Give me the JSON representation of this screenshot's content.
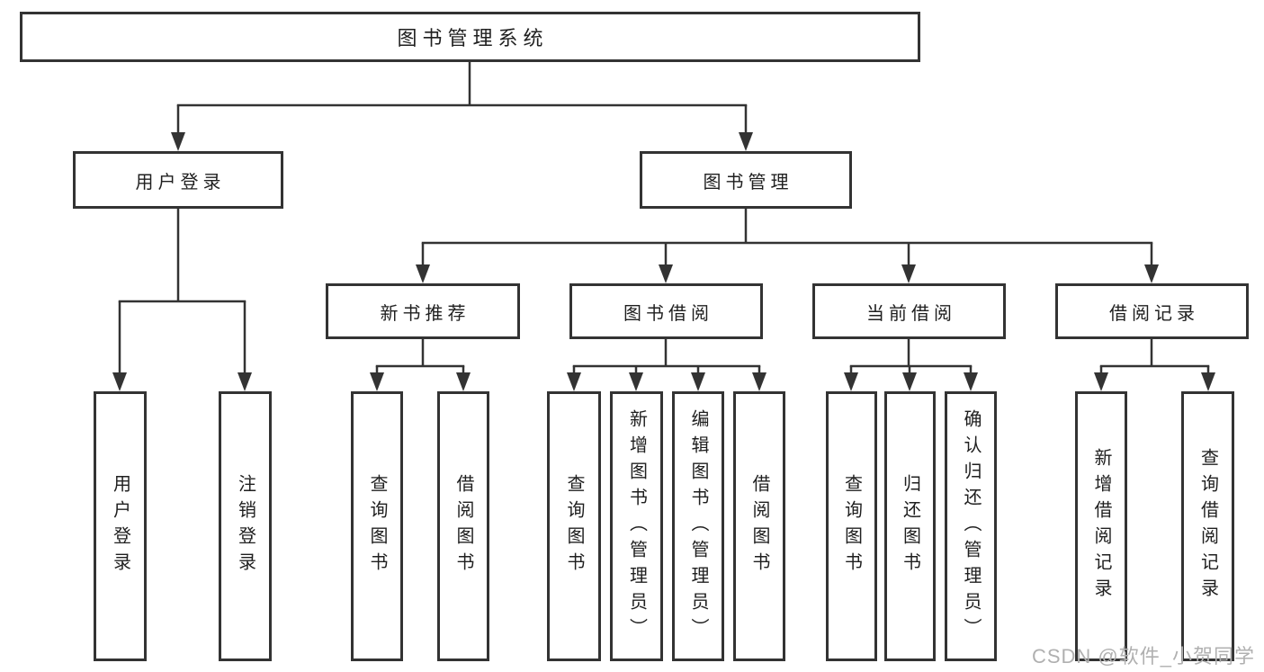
{
  "diagram": {
    "root": {
      "label": "图书管理系统"
    },
    "level2": [
      {
        "label": "用户登录",
        "children": [
          {
            "label": "用户登录"
          },
          {
            "label": "注销登录"
          }
        ]
      },
      {
        "label": "图书管理",
        "sections": [
          {
            "label": "新书推荐",
            "children": [
              {
                "label": "查询图书"
              },
              {
                "label": "借阅图书"
              }
            ]
          },
          {
            "label": "图书借阅",
            "children": [
              {
                "label": "查询图书"
              },
              {
                "label": "新增图书（管理员）"
              },
              {
                "label": "编辑图书（管理员）"
              },
              {
                "label": "借阅图书"
              }
            ]
          },
          {
            "label": "当前借阅",
            "children": [
              {
                "label": "查询图书"
              },
              {
                "label": "归还图书"
              },
              {
                "label": "确认归还（管理员）"
              }
            ]
          },
          {
            "label": "借阅记录",
            "children": [
              {
                "label": "新增借阅记录"
              },
              {
                "label": "查询借阅记录"
              }
            ]
          }
        ]
      }
    ]
  },
  "watermark": {
    "text": "CSDN @软件_小贺同学"
  },
  "colors": {
    "line": "#333333",
    "text": "#1f1f1f",
    "watermark": "#b0b0b0",
    "background": "#ffffff"
  }
}
